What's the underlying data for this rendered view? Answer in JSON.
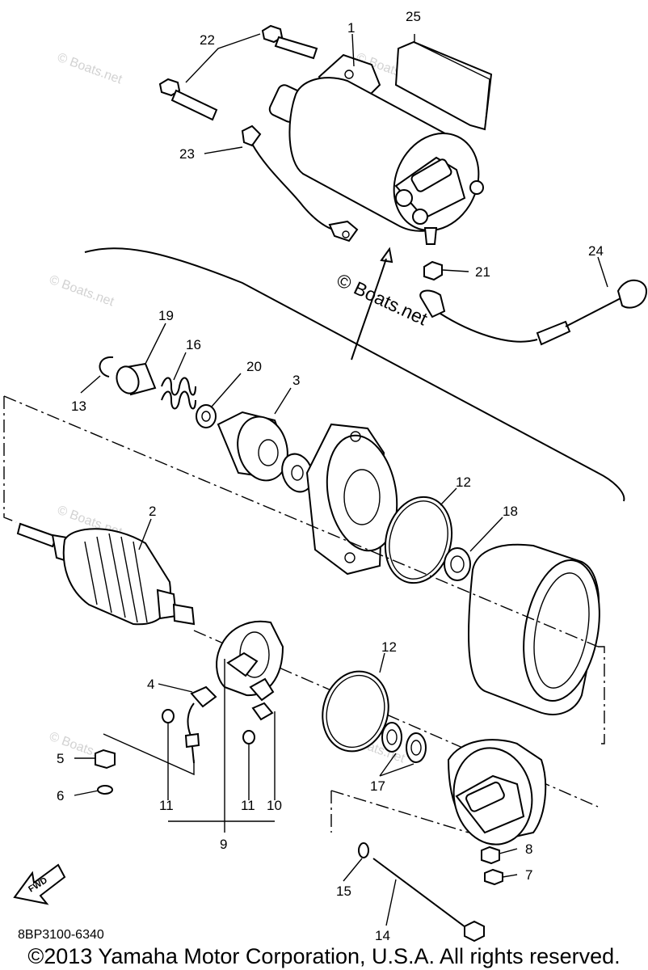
{
  "watermark": "© Boats.net",
  "center_watermark": "© Boats.net",
  "diagram_code": "8BP3100-6340",
  "copyright": "©2013 Yamaha Motor Corporation, U.S.A. All rights reserved.",
  "fwd_label": "FWD",
  "callouts": {
    "c1": "1",
    "c2": "2",
    "c3": "3",
    "c4": "4",
    "c5": "5",
    "c6": "6",
    "c7": "7",
    "c8": "8",
    "c9": "9",
    "c10": "10",
    "c11a": "11",
    "c11b": "11",
    "c12a": "12",
    "c12b": "12",
    "c13": "13",
    "c14": "14",
    "c15": "15",
    "c16": "16",
    "c17": "17",
    "c18": "18",
    "c19": "19",
    "c20": "20",
    "c21": "21",
    "c22": "22",
    "c23": "23",
    "c24": "24",
    "c25": "25"
  }
}
